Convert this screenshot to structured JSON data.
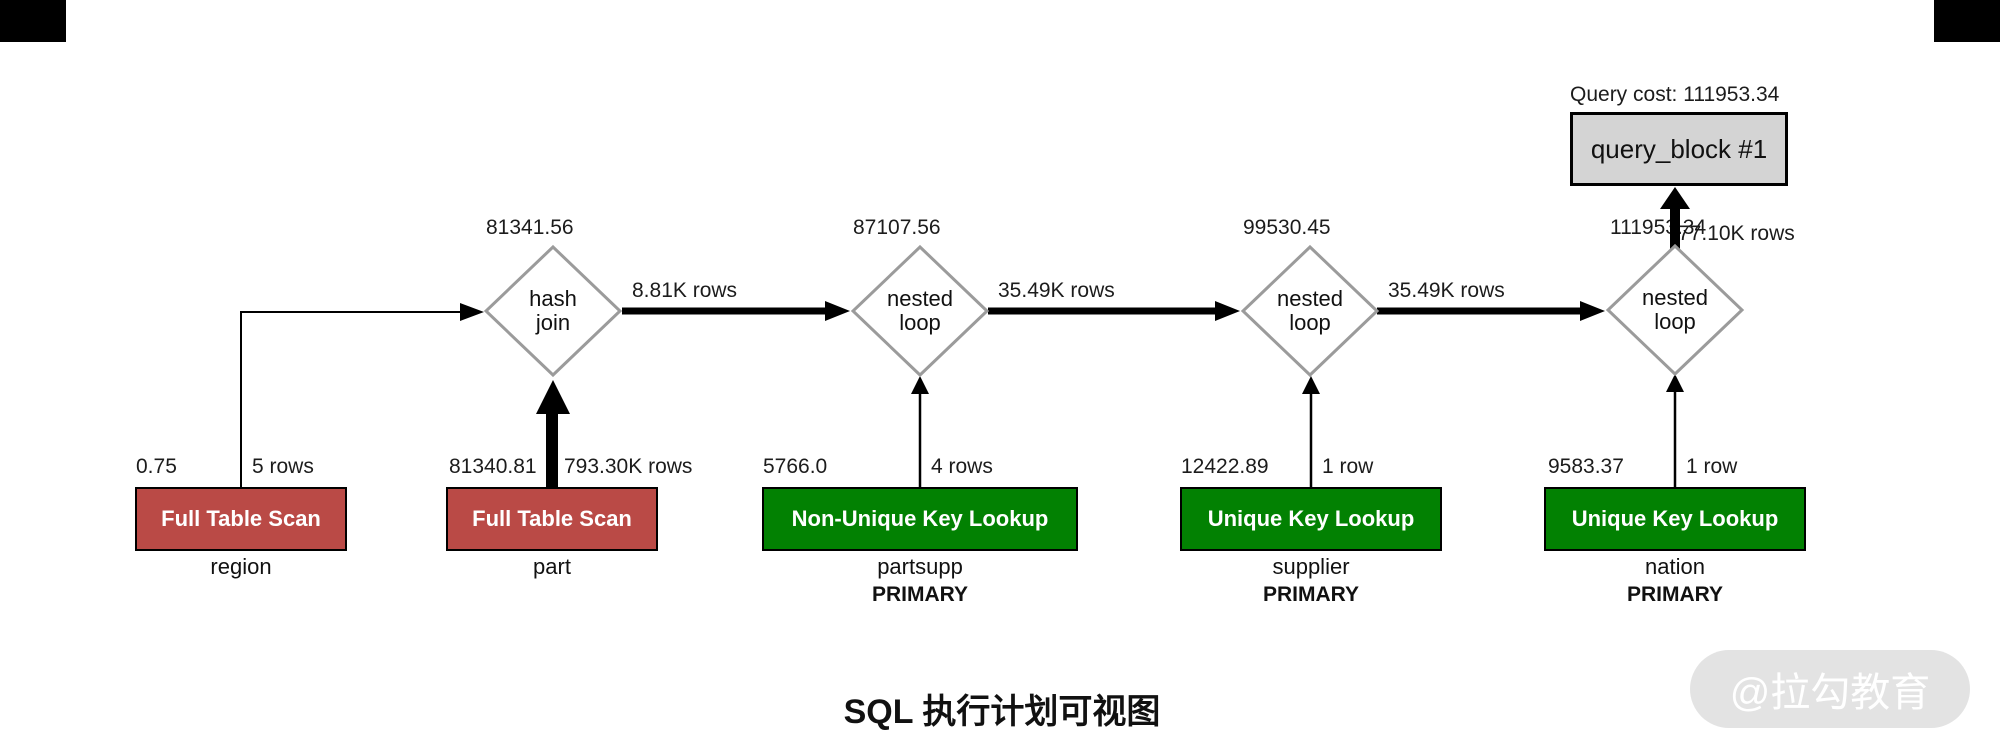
{
  "title": "SQL 执行计划可视图",
  "watermark": "@拉勾教育",
  "query_block": {
    "query_cost_label": "Query cost: 111953.34",
    "name": "query_block #1"
  },
  "joins": [
    {
      "name_line1": "hash",
      "name_line2": "join",
      "cost": "81341.56",
      "out_rows": "8.81K rows"
    },
    {
      "name_line1": "nested",
      "name_line2": "loop",
      "cost": "87107.56",
      "out_rows": "35.49K rows"
    },
    {
      "name_line1": "nested",
      "name_line2": "loop",
      "cost": "99530.45",
      "out_rows": "35.49K rows"
    },
    {
      "name_line1": "nested",
      "name_line2": "loop",
      "cost": "111953.34",
      "out_rows": "77.10K rows"
    }
  ],
  "tables": [
    {
      "operation": "Full Table Scan",
      "cost": "0.75",
      "rows": "5 rows",
      "table": "region",
      "index": ""
    },
    {
      "operation": "Full Table Scan",
      "cost": "81340.81",
      "rows": "793.30K rows",
      "table": "part",
      "index": ""
    },
    {
      "operation": "Non-Unique Key Lookup",
      "cost": "5766.0",
      "rows": "4 rows",
      "table": "partsupp",
      "index": "PRIMARY"
    },
    {
      "operation": "Unique Key Lookup",
      "cost": "12422.89",
      "rows": "1 row",
      "table": "supplier",
      "index": "PRIMARY"
    },
    {
      "operation": "Unique Key Lookup",
      "cost": "9583.37",
      "rows": "1 row",
      "table": "nation",
      "index": "PRIMARY"
    }
  ],
  "colors": {
    "full_table_scan_fill": "#ba4a46",
    "key_lookup_fill": "#028102",
    "query_block_fill": "#d4d4d4",
    "diamond_border": "#9b9b9b",
    "arrow": "#000000",
    "label_text": "#1c1c1c",
    "watermark_bg": "#e3e3e3",
    "watermark_text": "#ffffff"
  }
}
